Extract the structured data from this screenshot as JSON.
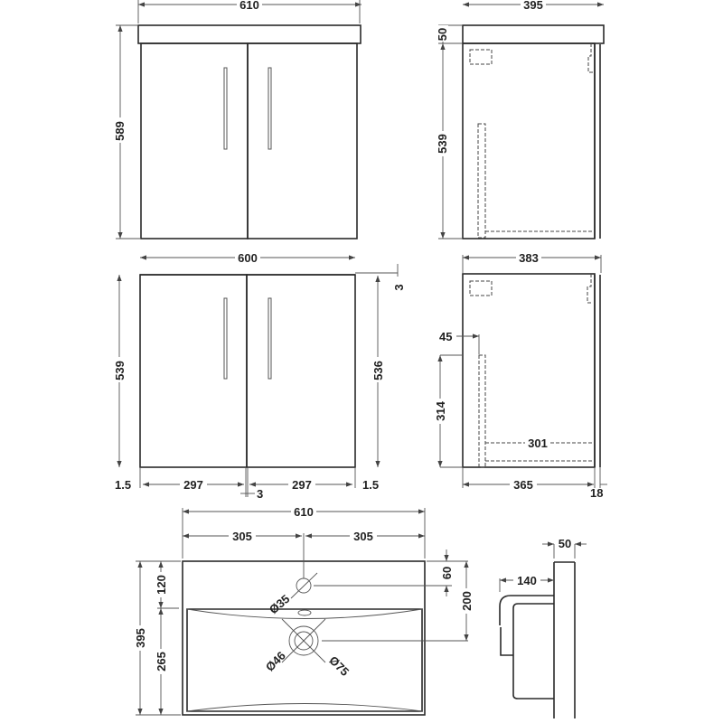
{
  "drawing": {
    "front_view_with_basin": {
      "width": "610",
      "height": "589"
    },
    "side_view_with_basin": {
      "depth": "395",
      "basin_height": "50",
      "cabinet_height": "539"
    },
    "front_view_cabinet": {
      "width": "600",
      "height_left": "539",
      "height_right": "536",
      "top_gap": "3",
      "left_gap": "1.5",
      "door_left": "297",
      "door_right": "297",
      "door_gap": "3",
      "right_gap": "1.5"
    },
    "side_view_cabinet": {
      "depth": "383",
      "shelf_offset": "45",
      "shelf_height": "314",
      "shelf_depth": "301",
      "carcass_depth": "365",
      "door_thickness": "18"
    },
    "basin_plan": {
      "width": "610",
      "half_left": "305",
      "half_right": "305",
      "depth": "395",
      "tap_offset": "120",
      "bowl_depth": "265",
      "tap_hole_from_back": "60",
      "waste_from_back": "200",
      "tap_hole_dia": "Ø35",
      "waste_dia_inner": "Ø46",
      "waste_dia_outer": "Ø75"
    },
    "basin_side": {
      "thickness": "50",
      "projection": "140"
    }
  }
}
